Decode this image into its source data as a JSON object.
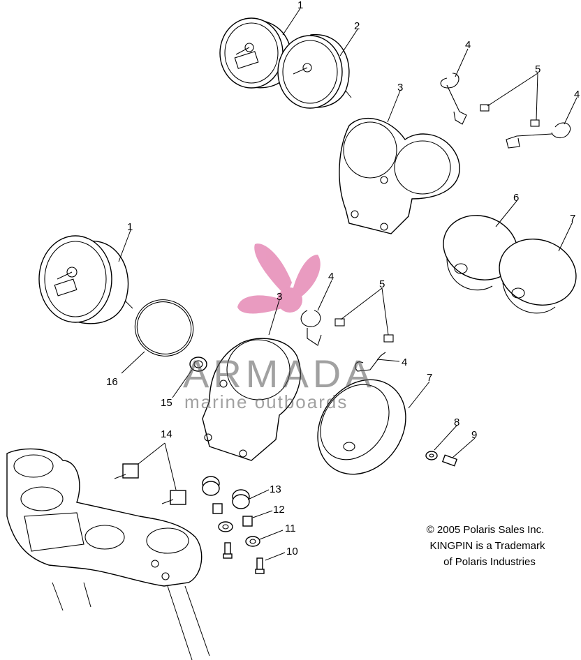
{
  "callouts": [
    {
      "label": "1",
      "part": "gauge-single"
    },
    {
      "label": "2",
      "part": "gauge-right"
    },
    {
      "label": "3",
      "part": "gauge-bracket-dual"
    },
    {
      "label": "4",
      "part": "wire-clip"
    },
    {
      "label": "5",
      "part": "bolt"
    },
    {
      "label": "4",
      "part": "wire-clip"
    },
    {
      "label": "6",
      "part": "gauge-cup-left"
    },
    {
      "label": "7",
      "part": "gauge-cup-right"
    },
    {
      "label": "1",
      "part": "gauge-single-lower"
    },
    {
      "label": "3",
      "part": "gauge-bracket-single"
    },
    {
      "label": "4",
      "part": "wire-clip"
    },
    {
      "label": "5",
      "part": "bolt"
    },
    {
      "label": "4",
      "part": "wire-clip"
    },
    {
      "label": "7",
      "part": "gauge-cup-single"
    },
    {
      "label": "16",
      "part": "o-ring"
    },
    {
      "label": "15",
      "part": "indicator-lamp"
    },
    {
      "label": "8",
      "part": "washer"
    },
    {
      "label": "9",
      "part": "screw"
    },
    {
      "label": "14",
      "part": "rubber-mount"
    },
    {
      "label": "13",
      "part": "grommet"
    },
    {
      "label": "12",
      "part": "spacer"
    },
    {
      "label": "11",
      "part": "washer"
    },
    {
      "label": "10",
      "part": "bolt"
    }
  ],
  "copyright": {
    "line1": "© 2005 Polaris Sales Inc.",
    "line2": "KINGPIN is a Trademark",
    "line3": "of Polaris Industries"
  },
  "watermark": {
    "brand": "ARMADA",
    "tagline": "marine outboards",
    "color": "#e27aac"
  }
}
